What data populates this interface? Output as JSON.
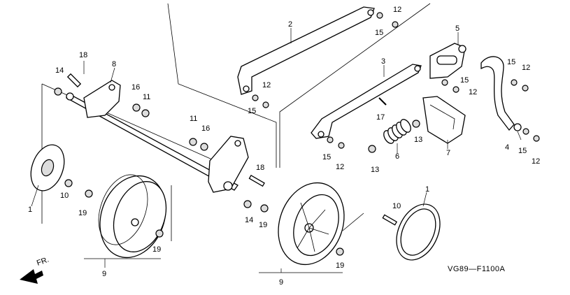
{
  "diagram": {
    "figure_code": "VG89—F1100A",
    "front_indicator": "FR.",
    "callouts": {
      "c1a": "1",
      "c1b": "1",
      "c2": "2",
      "c3": "3",
      "c4": "4",
      "c5": "5",
      "c6": "6",
      "c7": "7",
      "c8": "8",
      "c9a": "9",
      "c9b": "9",
      "c10a": "10",
      "c10b": "10",
      "c11a": "11",
      "c11b": "11",
      "c12a": "12",
      "c12b": "12",
      "c12c": "12",
      "c12d": "12",
      "c12e": "12",
      "c12f": "12",
      "c13a": "13",
      "c13b": "13",
      "c14a": "14",
      "c14b": "14",
      "c15a": "15",
      "c15b": "15",
      "c15c": "15",
      "c15d": "15",
      "c15e": "15",
      "c15f": "15",
      "c16a": "16",
      "c16b": "16",
      "c17": "17",
      "c18a": "18",
      "c18b": "18",
      "c19a": "19",
      "c19b": "19",
      "c19c": "19",
      "c19d": "19"
    }
  }
}
